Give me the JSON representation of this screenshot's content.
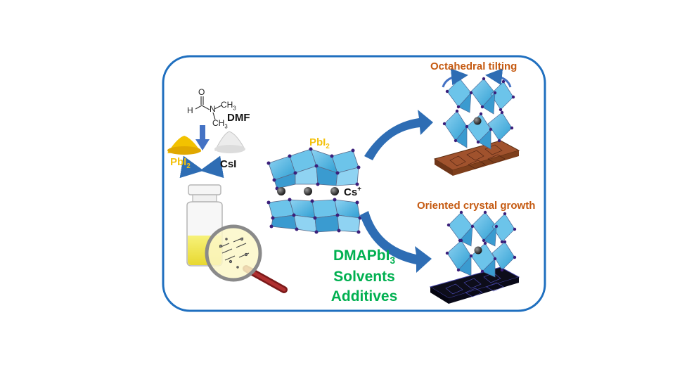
{
  "labels": {
    "dmf": "DMF",
    "pbi2_left": "PbI",
    "pbi2_left_sub": "2",
    "csi": "CsI",
    "pbi2_center": "PbI",
    "pbi2_center_sub": "2",
    "cs": "Cs",
    "cs_sup": "+",
    "octahedral_tilting": "Octahedral tilting",
    "oriented_growth": "Oriented crystal growth",
    "dmapbi3": "DMAPbI",
    "dmapbi3_sub": "3",
    "solvents": "Solvents",
    "additives": "Additives"
  },
  "molecule": {
    "o": "O",
    "h": "H",
    "n": "N",
    "ch3_top": "CH",
    "ch3_top_sub": "3",
    "ch3_bottom": "CH",
    "ch3_bottom_sub": "3"
  },
  "colors": {
    "frame": "#1f6fbf",
    "arrow": "#2e6db4",
    "octahedron": "#4fb3e0",
    "orange_text": "#c55a11",
    "yellow_text": "#f4c20d",
    "green_text": "#00b050",
    "substrate_brown": "#a0522d",
    "substrate_black": "#0d0d1a"
  }
}
